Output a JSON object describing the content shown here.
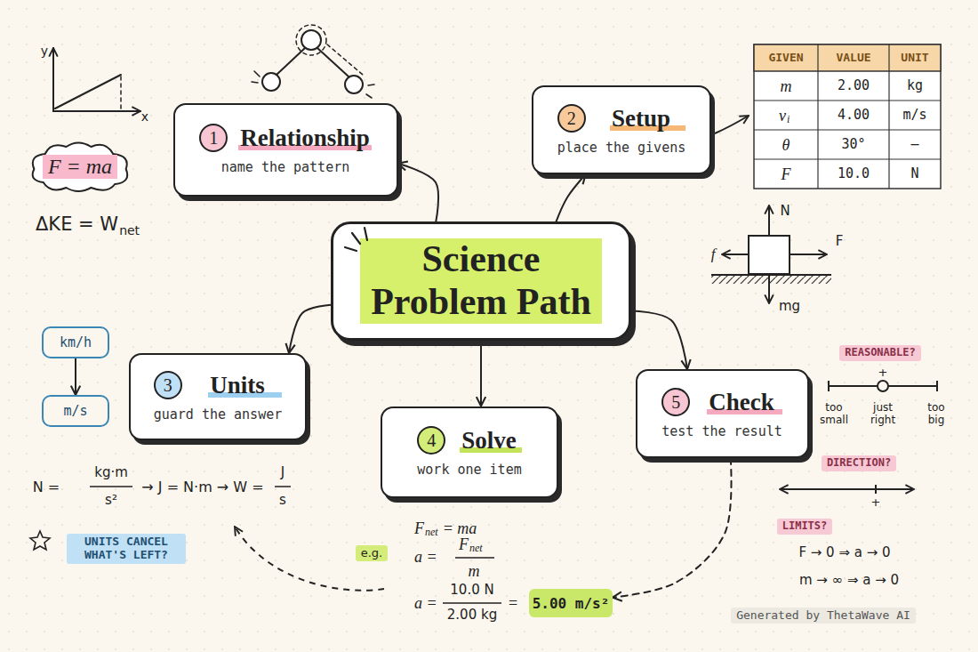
{
  "diagram": {
    "nodes": [
      {
        "text": [
          "1",
          "Relationship",
          "name the pattern"
        ]
      },
      {
        "text": [
          "2",
          "Setup",
          "place the givens"
        ]
      },
      {
        "text": [
          "Science Problem Path"
        ]
      },
      {
        "text": [
          "3",
          "Units",
          "guard the answer"
        ]
      },
      {
        "text": [
          "4",
          "Solve",
          "work one item"
        ]
      },
      {
        "text": [
          "5",
          "Check",
          "test the result"
        ]
      },
      {
        "text": [
          "F = ma"
        ]
      },
      {
        "text": [
          "km/h"
        ]
      },
      {
        "text": [
          "m/s"
        ]
      },
      {
        "text": [
          "5.00 m/s²"
        ]
      }
    ],
    "edges": [
      {
        "from": 2,
        "to": 0,
        "arrow": "to"
      },
      {
        "from": 2,
        "to": 1,
        "arrow": "to"
      },
      {
        "from": 2,
        "to": 3,
        "arrow": "to"
      },
      {
        "from": 2,
        "to": 4,
        "arrow": "to"
      },
      {
        "from": 2,
        "to": 5,
        "arrow": "to"
      },
      {
        "from": 5,
        "to": 9,
        "arrow": "to"
      },
      {
        "from": 7,
        "to": 8,
        "arrow": "to"
      }
    ],
    "labels": [
      "y",
      "x",
      "ΔKE = W",
      "net",
      "GIVEN",
      "VALUE",
      "UNIT",
      "m",
      "2.00",
      "kg",
      "v",
      "i",
      "4.00",
      "m/s",
      "θ",
      "30°",
      "—",
      "F",
      "10.0",
      "N",
      "N",
      "F",
      "f",
      "mg",
      "N =",
      "kg·m",
      "s²",
      "→ J = N·m → W =",
      "J",
      "s",
      "UNITS CANCEL WHAT'S LEFT?",
      "e.g.",
      "F",
      "net",
      "= ma",
      "a =",
      "F",
      "net",
      "m",
      "a =",
      "10.0 N",
      "2.00 kg",
      "=",
      "REASONABLE?",
      "+",
      "too small",
      "just right",
      "too big",
      "DIRECTION?",
      "+",
      "LIMITS?",
      "F → 0 ⇒ a → 0",
      "m → ∞ ⇒ a → 0",
      "Generated by ThetaWave AI"
    ]
  }
}
